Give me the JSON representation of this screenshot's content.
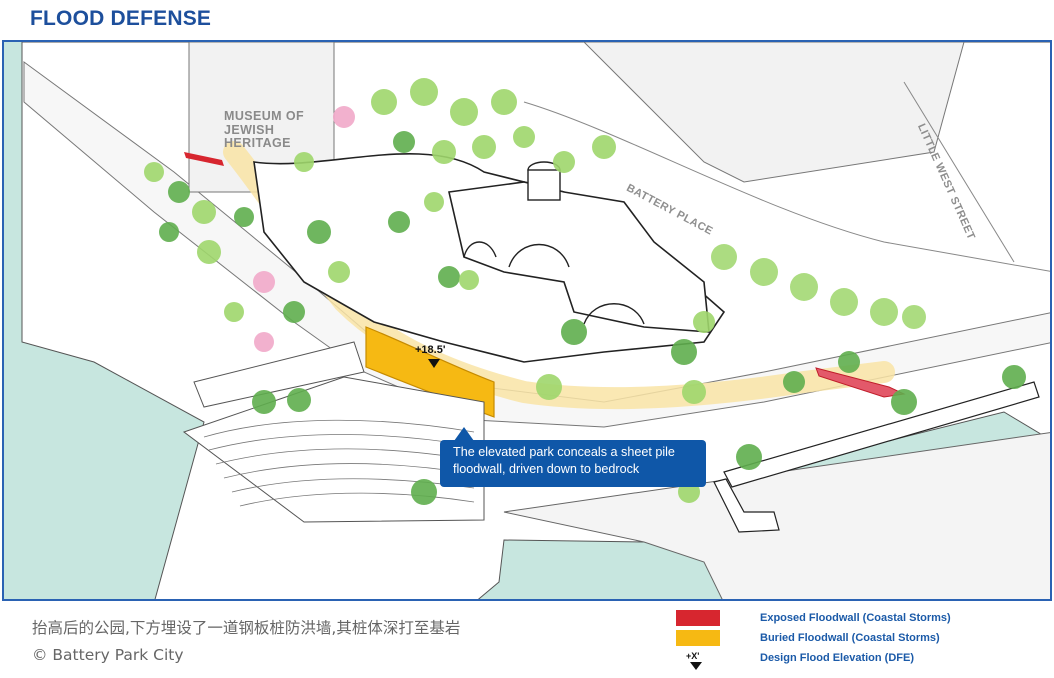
{
  "header": {
    "title": "FLOOD DEFENSE"
  },
  "map": {
    "labels": {
      "museum": "MUSEUM OF JEWISH HERITAGE",
      "street_battery_place": "BATTERY PLACE",
      "street_little_west": "LITTLE WEST STREET"
    },
    "dfe_marker_label": "+18.5'",
    "callout_text": "The elevated park conceals a sheet pile floodwall, driven down to bedrock",
    "colors": {
      "water": "#c7e6df",
      "plaza": "#ffffff",
      "tree_light": "#9ed66b",
      "tree_dark": "#5fae4e",
      "tree_pink": "#f1a9c9"
    }
  },
  "caption": {
    "chinese": "抬高后的公园,下方埋设了一道钢板桩防洪墙,其桩体深打至基岩",
    "credit": "© Battery Park City"
  },
  "legend": {
    "items": [
      {
        "label": "Exposed Floodwall (Coastal Storms)",
        "color": "#d7262f"
      },
      {
        "label": "Buried Floodwall (Coastal Storms)",
        "color": "#f6b913"
      },
      {
        "label": "Design Flood Elevation (DFE)",
        "symbol": "+X'"
      }
    ]
  }
}
